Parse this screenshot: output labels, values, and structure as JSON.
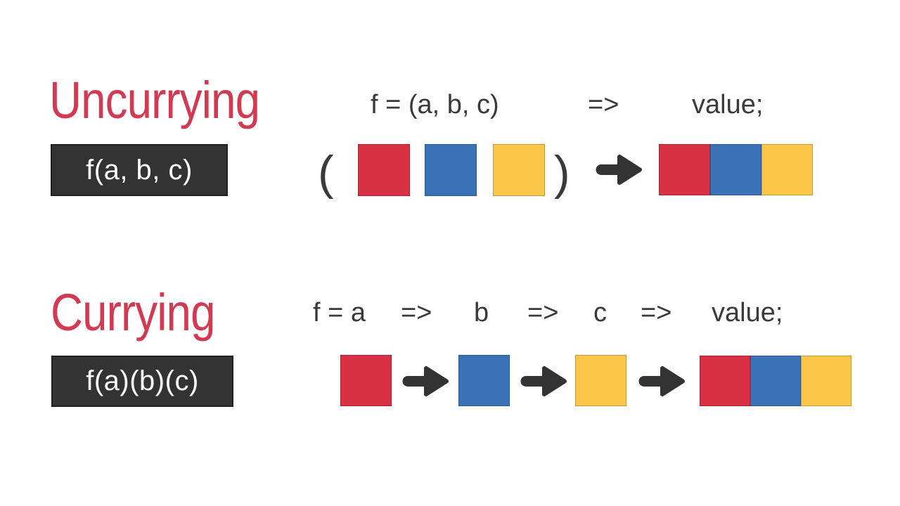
{
  "palette": {
    "background": "#ffffff",
    "title_red": "#d23a52",
    "code_box_bg": "#333333",
    "code_box_text": "#ffffff",
    "formula_text": "#3a3a3a",
    "paren_text": "#3a3a3a",
    "arrow": "#333333",
    "square_red": "#d93043",
    "square_blue": "#3a72b8",
    "square_yellow": "#fcc64b"
  },
  "uncurrying": {
    "title": "Uncurrying",
    "code_label": "f(a, b, c)",
    "formula": {
      "tokens": [
        "f = (a, b, c)",
        "=>",
        "value;"
      ]
    },
    "diagram": {
      "open_paren": "(",
      "close_paren": ")",
      "args": [
        {
          "id": "a",
          "color": "#d93043"
        },
        {
          "id": "b",
          "color": "#3a72b8"
        },
        {
          "id": "c",
          "color": "#fcc64b"
        }
      ],
      "result_order": [
        "a",
        "b",
        "c"
      ]
    }
  },
  "currying": {
    "title": "Currying",
    "code_label": "f(a)(b)(c)",
    "formula": {
      "tokens": [
        "f = a",
        "=>",
        "b",
        "=>",
        "c",
        "=>",
        "value;"
      ]
    },
    "diagram": {
      "args": [
        {
          "id": "a",
          "color": "#d93043"
        },
        {
          "id": "b",
          "color": "#3a72b8"
        },
        {
          "id": "c",
          "color": "#fcc64b"
        }
      ],
      "result_order": [
        "a",
        "b",
        "c"
      ]
    }
  }
}
